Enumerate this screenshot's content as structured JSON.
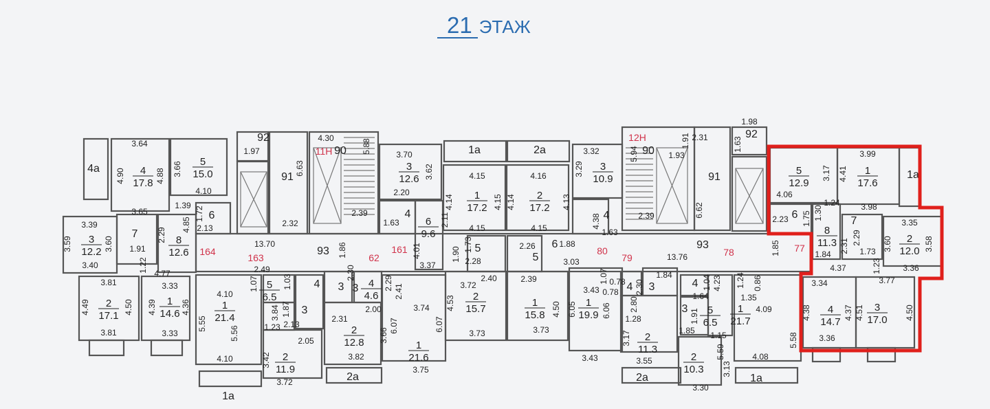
{
  "title": {
    "number": "21",
    "word": "ЭТАЖ"
  },
  "colors": {
    "title": "#2b6cb0",
    "highlight": "#e0201c",
    "section_labels": "#d0324a"
  },
  "rooms": [
    {
      "num": "4",
      "area": "17.8"
    },
    {
      "num": "5",
      "area": "15.0"
    },
    {
      "num": "3",
      "area": "12.2"
    },
    {
      "num": "8",
      "area": "12.6"
    },
    {
      "num": "2",
      "area": "17.1"
    },
    {
      "num": "1",
      "area": "14.6"
    },
    {
      "num": "1",
      "area": "21.4"
    },
    {
      "num": "5",
      "area": "6.5"
    },
    {
      "num": "4",
      "area": "4.6"
    },
    {
      "num": "2",
      "area": "11.9"
    },
    {
      "num": "2",
      "area": "12.8"
    },
    {
      "num": "1",
      "area": "21.6"
    },
    {
      "num": "3",
      "area": "12.6"
    },
    {
      "num": "6",
      "area": "9.6"
    },
    {
      "num": "1",
      "area": "17.2"
    },
    {
      "num": "2",
      "area": "17.2"
    },
    {
      "num": "2",
      "area": "15.7"
    },
    {
      "num": "1",
      "area": "15.8"
    },
    {
      "num": "3",
      "area": "10.9"
    },
    {
      "num": "1",
      "area": "19.9"
    },
    {
      "num": "2",
      "area": "11.3"
    },
    {
      "num": "2",
      "area": "10.3"
    },
    {
      "num": "1",
      "area": "21.7"
    },
    {
      "num": "5",
      "area": "6.5"
    },
    {
      "num": "5",
      "area": "12.9"
    },
    {
      "num": "1",
      "area": "17.6"
    },
    {
      "num": "8",
      "area": "11.3"
    },
    {
      "num": "2",
      "area": "12.0"
    },
    {
      "num": "4",
      "area": "14.7"
    },
    {
      "num": "3",
      "area": "17.0"
    }
  ],
  "labels": [
    "4a",
    "7",
    "6",
    "92",
    "91",
    "90",
    "93",
    "1a",
    "2a",
    "3",
    "4",
    "3",
    "5",
    "5",
    "6",
    "1a",
    "2a",
    "4",
    "3",
    "4",
    "3",
    "1a",
    "2a",
    "91",
    "90",
    "92",
    "93",
    "6",
    "7",
    "1a",
    "4",
    "4",
    "3"
  ],
  "section_labels": [
    "11Н",
    "12Н",
    "164",
    "163",
    "62",
    "161",
    "80",
    "79",
    "78",
    "77"
  ],
  "dimensions": [
    "3.64",
    "4.90",
    "4.88",
    "3.66",
    "4.10",
    "3.65",
    "1.39",
    "1.72",
    "2.13",
    "1.97",
    "6.63",
    "4.30",
    "5.88",
    "2.39",
    "2.32",
    "13.70",
    "1.86",
    "3.39",
    "3.59",
    "3.60",
    "3.40",
    "1.91",
    "2.29",
    "4.85",
    "1.22",
    "4.77",
    "3.81",
    "4.49",
    "4.50",
    "3.81",
    "3.33",
    "4.39",
    "4.36",
    "3.33",
    "4.10",
    "5.55",
    "5.56",
    "4.10",
    "1.07",
    "2.49",
    "1.03",
    "3.84",
    "1.87",
    "1.23",
    "2.13",
    "2.05",
    "3.42",
    "3.72",
    "2.30",
    "2.31",
    "3.66",
    "3.82",
    "2.00",
    "2.29",
    "3.70",
    "3.62",
    "2.20",
    "1.63",
    "2.11",
    "4.01",
    "3.37",
    "4.14",
    "4.15",
    "4.15",
    "4.15",
    "1.90",
    "1.73",
    "2.28",
    "2.40",
    "4.16",
    "4.14",
    "4.13",
    "4.15",
    "2.26",
    "2.39",
    "1.88",
    "3.03",
    "3.72",
    "4.53",
    "3.73",
    "4.50",
    "3.73",
    "2.41",
    "3.74",
    "6.07",
    "6.07",
    "3.75",
    "3.32",
    "3.29",
    "4.38",
    "1.63",
    "5.94",
    "1.91",
    "1.93",
    "2.31",
    "6.62",
    "2.39",
    "1.98",
    "1.63",
    "13.76",
    "1.85",
    "1.84",
    "3.99",
    "3.17",
    "4.06",
    "4.41",
    "3.98",
    "1.24",
    "1.30",
    "1.75",
    "2.23",
    "2.31",
    "2.29",
    "1.73",
    "1.23",
    "4.37",
    "3.35",
    "3.60",
    "3.58",
    "3.36",
    "3.34",
    "4.38",
    "4.37",
    "3.36",
    "3.77",
    "4.51",
    "4.50",
    "3.43",
    "6.05",
    "6.06",
    "3.43",
    "1.07",
    "0.78",
    "0.78",
    "2.80",
    "2.30",
    "1.28",
    "1.84",
    "3.17",
    "3.55",
    "1.64",
    "1.04",
    "4.23",
    "1.24",
    "0.86",
    "1.35",
    "4.09",
    "1.91",
    "1.85",
    "1.15",
    "5.59",
    "5.58",
    "4.08",
    "3.13",
    "3.30"
  ]
}
